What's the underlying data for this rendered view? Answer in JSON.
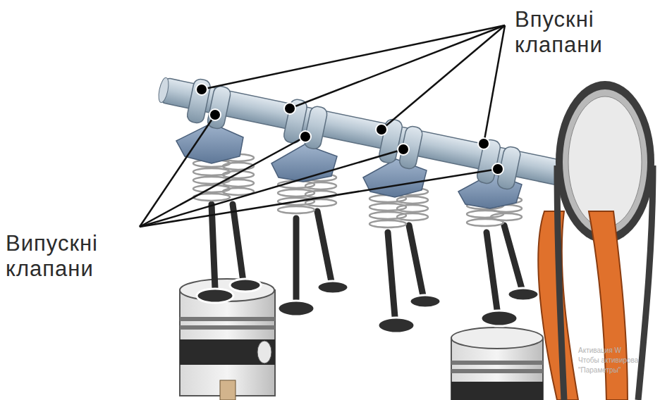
{
  "diagram": {
    "labels": [
      "Впускні клапани",
      "Випускні клапани",
      "Активация W",
      "Чтобы активирова",
      "\"Параметры\""
    ]
  }
}
